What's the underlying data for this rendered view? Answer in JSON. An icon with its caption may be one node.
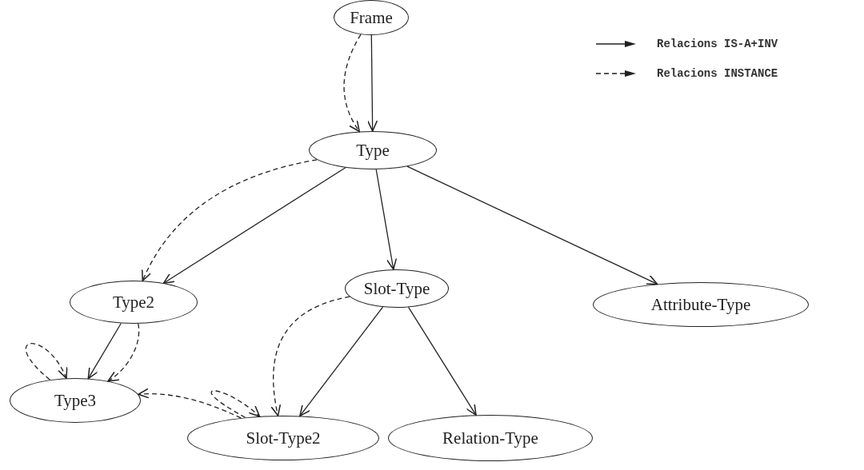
{
  "diagram": {
    "nodes": [
      {
        "text": [
          "Frame"
        ]
      },
      {
        "text": [
          "Type"
        ]
      },
      {
        "text": [
          "Type2"
        ]
      },
      {
        "text": [
          "Slot-Type"
        ]
      },
      {
        "text": [
          "Attribute-Type"
        ]
      },
      {
        "text": [
          "Type3"
        ]
      },
      {
        "text": [
          "Slot-Type2"
        ]
      },
      {
        "text": [
          "Relation-Type"
        ]
      }
    ],
    "edges": [
      {
        "from": 0,
        "to": 1,
        "arrow": "to"
      },
      {
        "from": 0,
        "to": 1,
        "arrow": "to",
        "style": "dashed"
      },
      {
        "from": 1,
        "to": 2,
        "arrow": "to"
      },
      {
        "from": 1,
        "to": 2,
        "arrow": "to",
        "style": "dashed"
      },
      {
        "from": 1,
        "to": 3,
        "arrow": "to"
      },
      {
        "from": 1,
        "to": 4,
        "arrow": "to"
      },
      {
        "from": 2,
        "to": 5,
        "arrow": "to"
      },
      {
        "from": 2,
        "to": 5,
        "arrow": "to",
        "style": "dashed"
      },
      {
        "from": 5,
        "to": 5,
        "arrow": "to",
        "style": "dashed"
      },
      {
        "from": 3,
        "to": 6,
        "arrow": "to"
      },
      {
        "from": 3,
        "to": 6,
        "arrow": "to",
        "style": "dashed"
      },
      {
        "from": 3,
        "to": 7,
        "arrow": "to"
      },
      {
        "from": 6,
        "to": 5,
        "arrow": "to",
        "style": "dashed"
      },
      {
        "from": 6,
        "to": 6,
        "arrow": "to",
        "style": "dashed"
      }
    ],
    "legend": [
      {
        "text": "Relacions IS-A+INV"
      },
      {
        "text": "Relacions INSTANCE"
      }
    ]
  }
}
